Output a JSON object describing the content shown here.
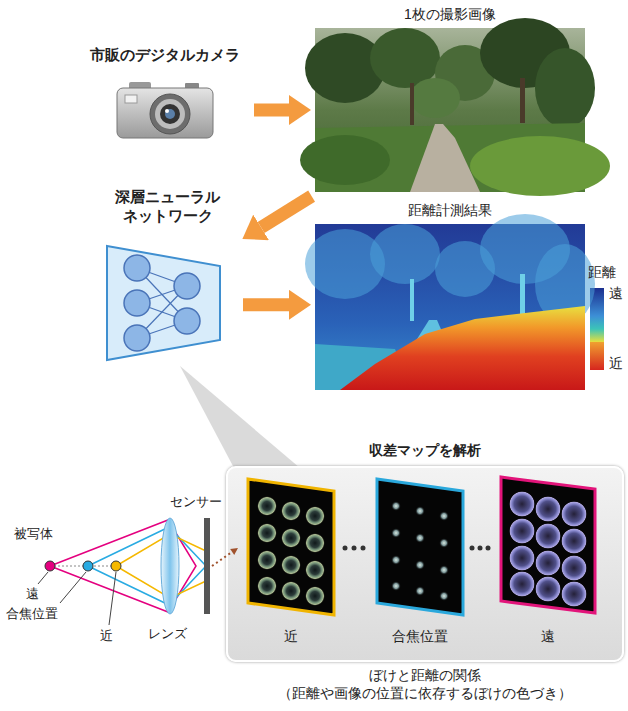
{
  "diagram": {
    "caption": "ぼけと距離の関係 （距離や画像の位置に依存するぼけの色づき）",
    "nodes": [
      {
        "text": [
          "市販のデジタルカメラ"
        ]
      },
      {
        "text": [
          "1枚の撮影画像"
        ]
      },
      {
        "text": [
          "深層ニューラル ネットワーク"
        ]
      },
      {
        "text": [
          "距離計測結果"
        ]
      },
      {
        "text": [
          "収差マップを解析"
        ]
      },
      {
        "text": [
          "近"
        ],
        "in": 4
      },
      {
        "text": [
          "合焦位置"
        ],
        "in": 4
      },
      {
        "text": [
          "遠"
        ],
        "in": 4
      }
    ],
    "edges": [
      {
        "from": 0,
        "to": 1,
        "arrow": "to"
      },
      {
        "from": 1,
        "to": 2,
        "arrow": "to"
      },
      {
        "from": 2,
        "to": 3,
        "arrow": "to"
      }
    ],
    "labels": [
      "距離",
      "センサー",
      "被写体",
      "遠",
      "合焦位置",
      "近",
      "レンズ"
    ],
    "legend": [
      {
        "text": "遠",
        "color": "#1b2f8f"
      },
      {
        "text": "近",
        "color": "#d6261e"
      }
    ]
  }
}
